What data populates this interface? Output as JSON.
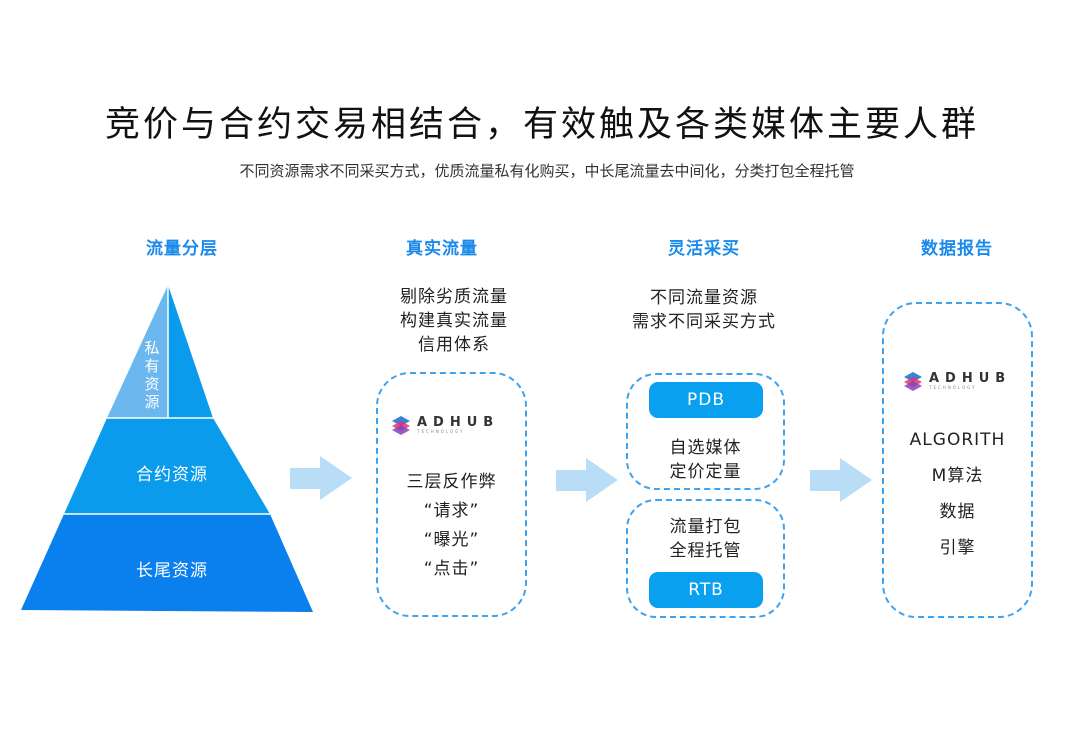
{
  "title": "竞价与合约交易相结合，有效触及各类媒体主要人群",
  "subtitle": "不同资源需求不同采买方式，优质流量私有化购买，中长尾流量去中间化，分类打包全程托管",
  "columns": [
    {
      "heading": "流量分层"
    },
    {
      "heading": "真实流量"
    },
    {
      "heading": "灵活采买"
    },
    {
      "heading": "数据报告"
    }
  ],
  "pyramid": {
    "top": [
      "私",
      "有",
      "资",
      "源"
    ],
    "middle": "合约资源",
    "bottom": "长尾资源",
    "colors": {
      "top": "#6cb8ee",
      "middle": "#0a9bec",
      "bottom": "#0a7fee"
    }
  },
  "real_traffic": {
    "desc": [
      "剔除劣质流量",
      "构建真实流量",
      "信用体系"
    ],
    "box_lines": [
      "三层反作弊",
      "“请求”",
      "“曝光”",
      "“点击”"
    ]
  },
  "flexible": {
    "desc": [
      "不同流量资源",
      "需求不同采买方式"
    ],
    "box1": {
      "pill": "PDB",
      "lines": [
        "自选媒体",
        "定价定量"
      ]
    },
    "box2": {
      "lines": [
        "流量打包",
        "全程托管"
      ],
      "pill": "RTB"
    }
  },
  "report": {
    "lines": [
      "ALGORITH",
      "M算法",
      "数据",
      "引擎"
    ]
  },
  "logo": {
    "word": "ADHUB",
    "sub": "TECHNOLOGY"
  },
  "colors": {
    "accent": "#1a8bea",
    "arrow": "#b9dcf7",
    "dash": "#3ea2ee",
    "pill": "#0aa0f0"
  }
}
